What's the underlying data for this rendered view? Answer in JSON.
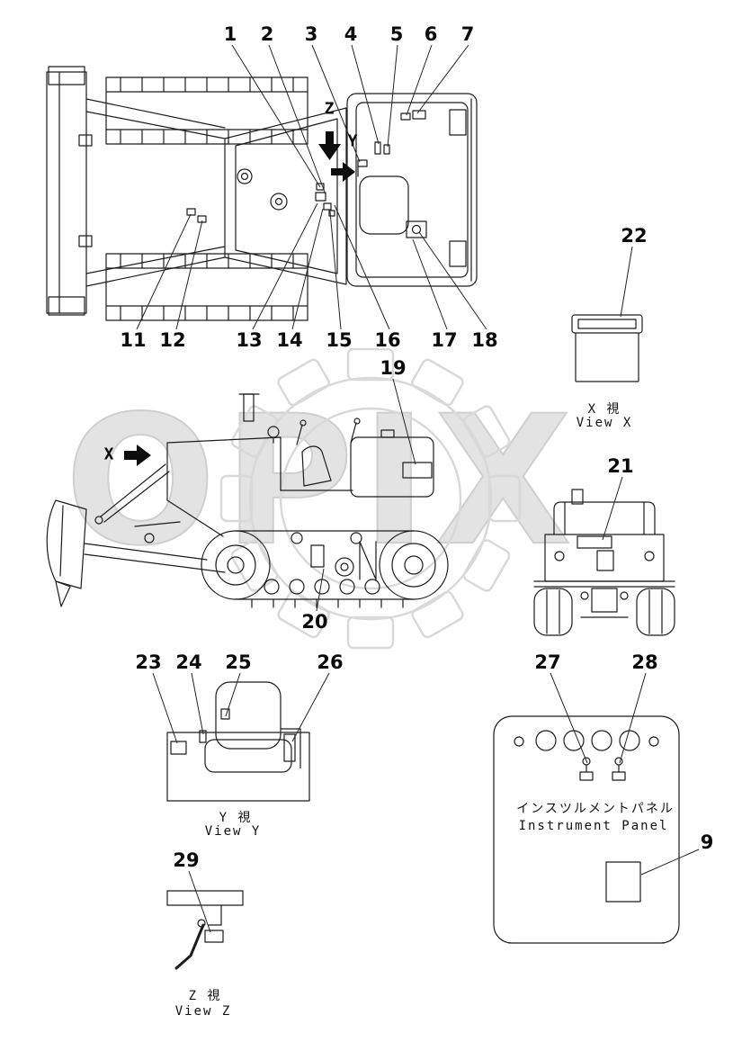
{
  "watermark": {
    "text": "OPIX"
  },
  "callouts": {
    "n1": "1",
    "n2": "2",
    "n3": "3",
    "n4": "4",
    "n5": "5",
    "n6": "6",
    "n7": "7",
    "n9": "9",
    "n11": "11",
    "n12": "12",
    "n13": "13",
    "n14": "14",
    "n15": "15",
    "n16": "16",
    "n17": "17",
    "n18": "18",
    "n19": "19",
    "n20": "20",
    "n21": "21",
    "n22": "22",
    "n23": "23",
    "n24": "24",
    "n25": "25",
    "n26": "26",
    "n27": "27",
    "n28": "28",
    "n29": "29"
  },
  "direction_labels": {
    "z": "Z",
    "y": "Y",
    "x": "X"
  },
  "views": {
    "view_x": {
      "jp": "X 視",
      "en": "View X"
    },
    "view_y": {
      "jp": "Y 視",
      "en": "View Y"
    },
    "view_z": {
      "jp": "Z 視",
      "en": "View Z"
    }
  },
  "instrument_panel": {
    "jp": "インスツルメントパネル",
    "en": "Instrument Panel"
  },
  "colors": {
    "line": "#1c1c1c",
    "watermark": "#e3e3e3",
    "arrow": "#0d0d0d"
  }
}
